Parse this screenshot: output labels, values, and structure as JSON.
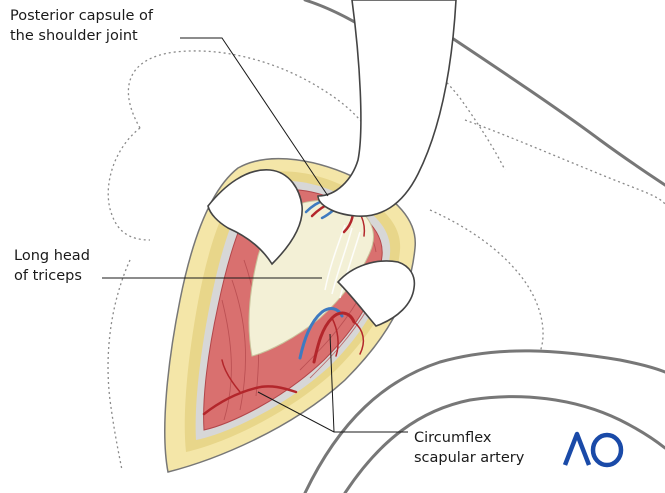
{
  "labels": {
    "capsule": [
      "Posterior capsule of",
      "the shoulder joint"
    ],
    "triceps": [
      "Long head",
      "of triceps"
    ],
    "artery": [
      "Circumflex",
      "scapular artery"
    ]
  },
  "logo": {
    "text": "AO",
    "color": "#1a4aa8"
  },
  "colors": {
    "muscle": "#d9706f",
    "muscle_dark": "#b2464a",
    "fat": "#f4e6a8",
    "capsule": "#f3f0d6",
    "vessel_red": "#b3262b",
    "vessel_blue": "#3e7ac0",
    "nerve": "#e6cf4a",
    "outline": "#5f5f5f"
  }
}
